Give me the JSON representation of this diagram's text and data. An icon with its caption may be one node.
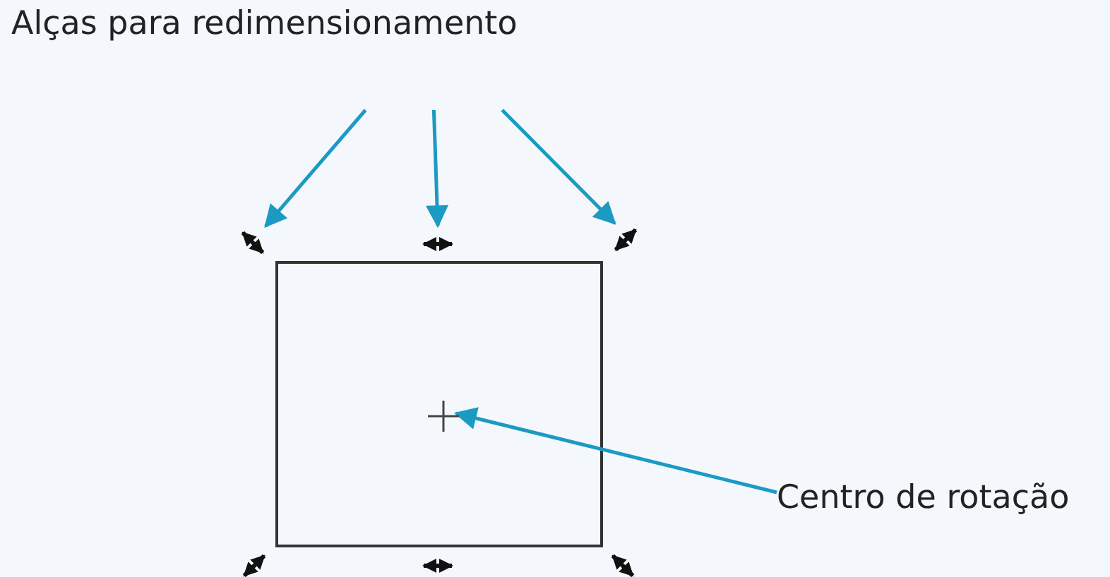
{
  "diagram": {
    "nodes": [
      {
        "text": [
          "Alças para redimensionamento"
        ]
      },
      {
        "text": [],
        "shape": "arrow"
      },
      {
        "text": [],
        "shape": "arrow"
      },
      {
        "text": [],
        "shape": "arrow"
      },
      {
        "text": [],
        "shape": "box"
      },
      {
        "text": [],
        "shape": "cross",
        "in": 4
      },
      {
        "text": [
          "Centro de rotação"
        ]
      }
    ],
    "edges": [
      {
        "from": 0,
        "to": 1,
        "arrow": "to"
      },
      {
        "from": 0,
        "to": 2,
        "arrow": "to"
      },
      {
        "from": 0,
        "to": 3,
        "arrow": "to"
      },
      {
        "from": 6,
        "to": 5,
        "arrow": "to"
      }
    ]
  }
}
